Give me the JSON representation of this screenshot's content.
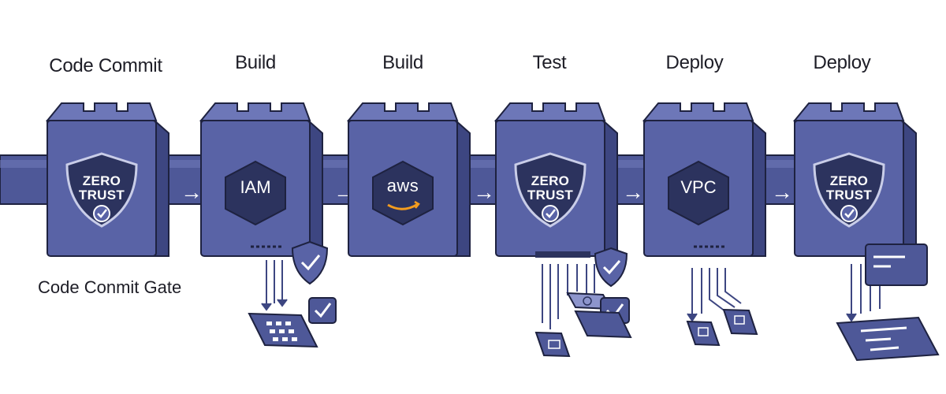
{
  "stages": [
    {
      "label": "Code Commit",
      "badge": "zero-trust",
      "badge_text": "ZERO\nTRUST"
    },
    {
      "label": "Build",
      "badge": "hex",
      "badge_text": "IAM"
    },
    {
      "label": "Build",
      "badge": "aws",
      "badge_text": "aws"
    },
    {
      "label": "Test",
      "badge": "zero-trust",
      "badge_text": "ZERO\nTRUST"
    },
    {
      "label": "Deploy",
      "badge": "hex",
      "badge_text": "VPC"
    },
    {
      "label": "Deploy",
      "badge": "zero-trust",
      "badge_text": "ZERO\nTRUST"
    }
  ],
  "gate_note": "Code Conmit Gate",
  "arrow_glyph": "→",
  "colors": {
    "node_face": "#5963a6",
    "node_side": "#3d4681",
    "node_top": "#6d77b8",
    "pipe": "#4e5898",
    "badge_bg": "#2c335e",
    "aws_smile": "#f39c1f",
    "outline": "#1e2240"
  }
}
